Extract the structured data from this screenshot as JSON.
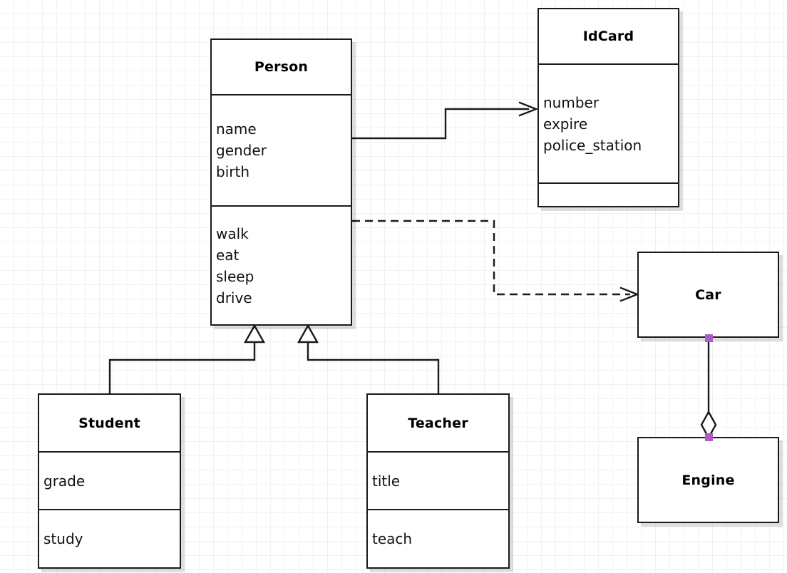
{
  "diagram": {
    "type": "uml-class-diagram",
    "background": "#ffffff",
    "grid_color": "#f1f1f1",
    "grid_size": 20,
    "line_color": "#1a1a1a",
    "handle_color": "#b05bc4"
  },
  "classes": {
    "person": {
      "name": "Person",
      "attributes": [
        "name",
        "gender",
        "birth"
      ],
      "methods": [
        "walk",
        "eat",
        "sleep",
        "drive"
      ]
    },
    "idcard": {
      "name": "IdCard",
      "attributes": [
        "number",
        "expire",
        "police_station"
      ],
      "methods": []
    },
    "car": {
      "name": "Car",
      "attributes": [],
      "methods": []
    },
    "engine": {
      "name": "Engine",
      "attributes": [],
      "methods": []
    },
    "student": {
      "name": "Student",
      "attributes": [
        "grade"
      ],
      "methods": [
        "study"
      ]
    },
    "teacher": {
      "name": "Teacher",
      "attributes": [
        "title"
      ],
      "methods": [
        "teach"
      ]
    }
  },
  "relations": [
    {
      "id": "person-idcard",
      "kind": "association",
      "from": "Person",
      "to": "IdCard",
      "style": "solid",
      "arrowhead": "open"
    },
    {
      "id": "person-car",
      "kind": "dependency",
      "from": "Person",
      "to": "Car",
      "style": "dashed",
      "arrowhead": "open"
    },
    {
      "id": "student-person",
      "kind": "generalization",
      "from": "Student",
      "to": "Person",
      "style": "solid",
      "arrowhead": "hollow-triangle"
    },
    {
      "id": "teacher-person",
      "kind": "generalization",
      "from": "Teacher",
      "to": "Person",
      "style": "solid",
      "arrowhead": "hollow-triangle"
    },
    {
      "id": "car-engine",
      "kind": "aggregation",
      "from": "Car",
      "to": "Engine",
      "style": "solid",
      "arrowhead": "hollow-diamond"
    }
  ]
}
